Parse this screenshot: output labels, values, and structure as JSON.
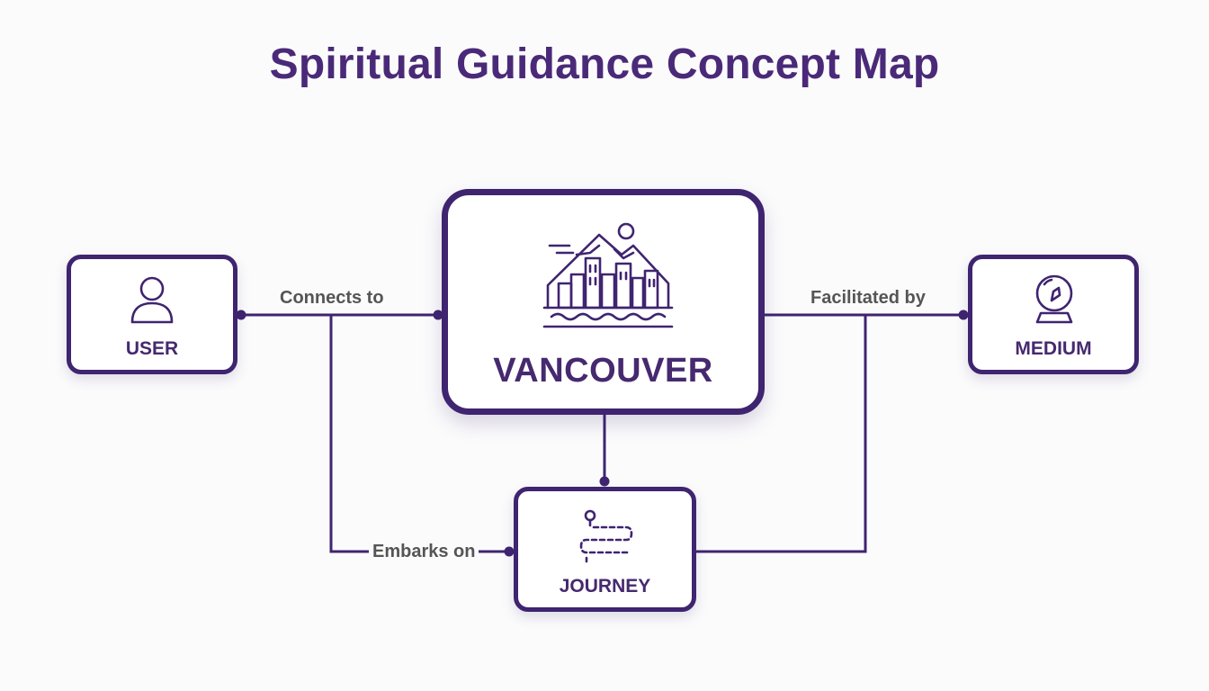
{
  "title": "Spiritual Guidance Concept Map",
  "nodes": {
    "user": {
      "label": "USER",
      "icon": "person-icon"
    },
    "vancouver": {
      "label": "VANCOUVER",
      "icon": "city-skyline-icon"
    },
    "medium": {
      "label": "MEDIUM",
      "icon": "crystal-ball-icon"
    },
    "journey": {
      "label": "JOURNEY",
      "icon": "path-route-icon"
    }
  },
  "edges": {
    "connects": {
      "label": "Connects to",
      "from": "USER",
      "to": "VANCOUVER"
    },
    "facilitated": {
      "label": "Facilitated by",
      "from": "VANCOUVER",
      "to": "MEDIUM"
    },
    "embarks": {
      "label": "Embarks on",
      "from": "USER",
      "to": "JOURNEY"
    },
    "vancouver_journey": {
      "label": "",
      "from": "VANCOUVER",
      "to": "JOURNEY"
    },
    "journey_medium": {
      "label": "",
      "from": "JOURNEY",
      "to": "MEDIUM"
    }
  },
  "colors": {
    "primary": "#3f2470",
    "title": "#4a2a78",
    "edge_label": "#555555",
    "background": "#fbfbfc"
  }
}
